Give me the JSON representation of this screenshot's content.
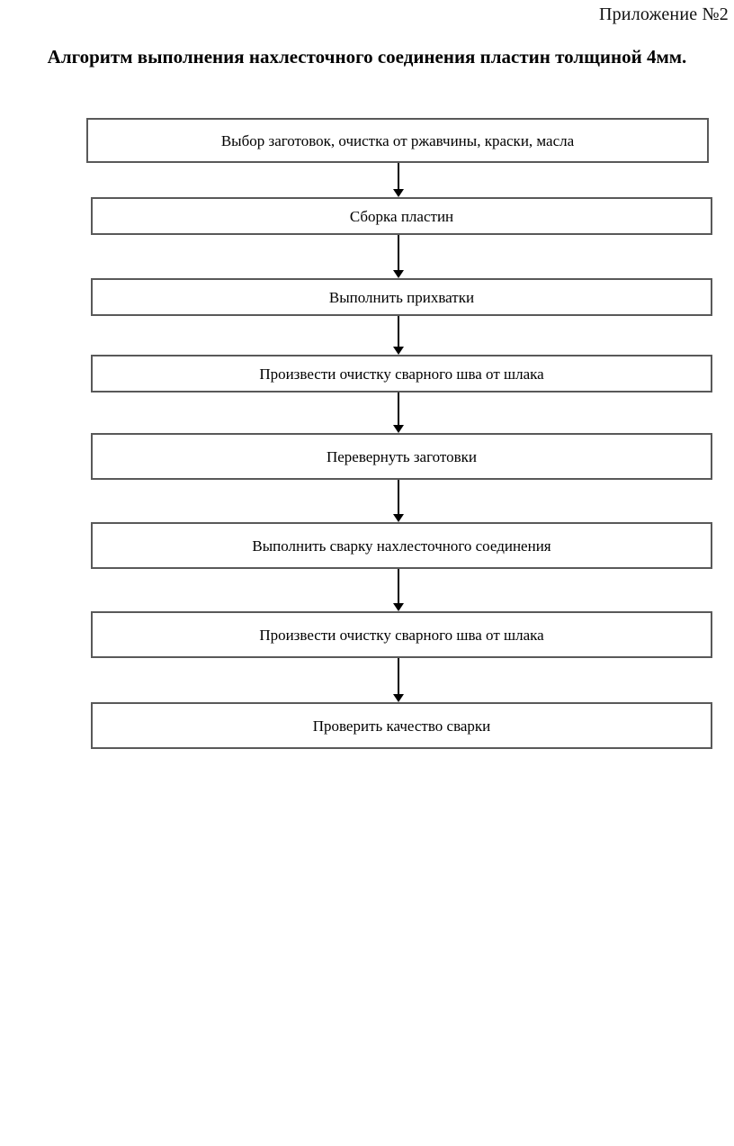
{
  "page": {
    "header_note": "Приложение №2",
    "title": "Алгоритм выполнения нахлесточного соединения пластин толщиной 4мм."
  },
  "chart_data": {
    "type": "diagram",
    "diagram_kind": "flowchart",
    "orientation": "top-to-bottom",
    "title": "Алгоритм выполнения нахлесточного соединения пластин толщиной 4мм.",
    "node_shape": "rectangle",
    "connector": "arrow-down",
    "node_count": 8,
    "nodes": [
      {
        "id": 1,
        "label": "Выбор заготовок, очистка от ржавчины, краски, масла"
      },
      {
        "id": 2,
        "label": "Сборка пластин"
      },
      {
        "id": 3,
        "label": "Выполнить прихватки"
      },
      {
        "id": 4,
        "label": "Произвести очистку сварного шва от шлака"
      },
      {
        "id": 5,
        "label": "Перевернуть заготовки"
      },
      {
        "id": 6,
        "label": "Выполнить сварку нахлесточного соединения"
      },
      {
        "id": 7,
        "label": "Произвести очистку сварного шва от шлака"
      },
      {
        "id": 8,
        "label": "Проверить качество сварки"
      }
    ],
    "edges": [
      {
        "from": 1,
        "to": 2
      },
      {
        "from": 2,
        "to": 3
      },
      {
        "from": 3,
        "to": 4
      },
      {
        "from": 4,
        "to": 5
      },
      {
        "from": 5,
        "to": 6
      },
      {
        "from": 6,
        "to": 7
      },
      {
        "from": 7,
        "to": 8
      }
    ],
    "colors": {
      "node_border": "#595959",
      "node_fill": "#ffffff",
      "connector": "#000000",
      "text": "#000000",
      "page_background": "#ffffff"
    }
  }
}
